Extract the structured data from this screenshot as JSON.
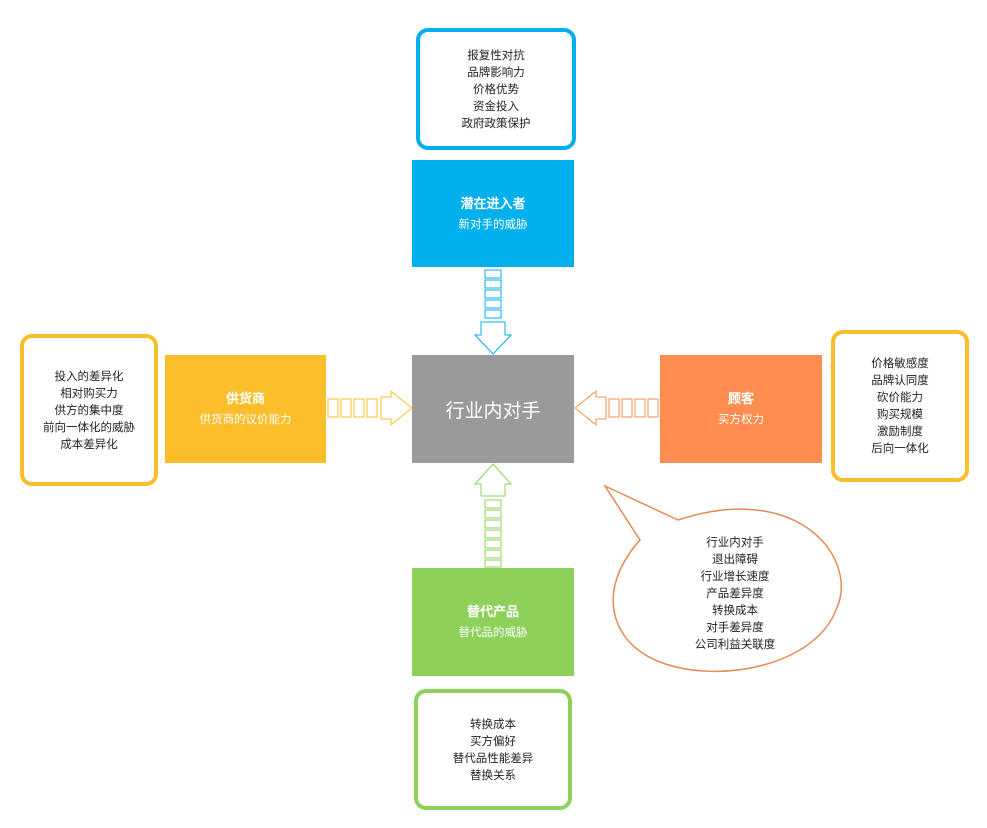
{
  "colors": {
    "entrant": "#00b0ec",
    "supplier": "#fbbd2a",
    "customer": "#ff8c50",
    "substitute": "#8dd15a",
    "center": "#9a9a9a",
    "bubble_border": "#e58a55"
  },
  "center": {
    "label": "行业内对手"
  },
  "entrant": {
    "title": "潜在进入者",
    "subtitle": "新对手的威胁",
    "factors": [
      "报复性对抗",
      "品牌影响力",
      "价格优势",
      "资金投入",
      "政府政策保护"
    ]
  },
  "supplier": {
    "title": "供货商",
    "subtitle": "供货商的议价能力",
    "factors": [
      "投入的差异化",
      "相对购买力",
      "供方的集中度",
      "前向一体化的威胁",
      "成本差异化"
    ]
  },
  "customer": {
    "title": "顾客",
    "subtitle": "买方权力",
    "factors": [
      "价格敏感度",
      "品牌认同度",
      "砍价能力",
      "购买规模",
      "激励制度",
      "后向一体化"
    ]
  },
  "substitute": {
    "title": "替代产品",
    "subtitle": "替代品的威胁",
    "factors": [
      "转换成本",
      "买方偏好",
      "替代品性能差异",
      "替换关系"
    ]
  },
  "rivalry": {
    "factors": [
      "行业内对手",
      "退出障碍",
      "行业增长速度",
      "产品差异度",
      "转换成本",
      "对手差异度",
      "公司利益关联度"
    ]
  }
}
